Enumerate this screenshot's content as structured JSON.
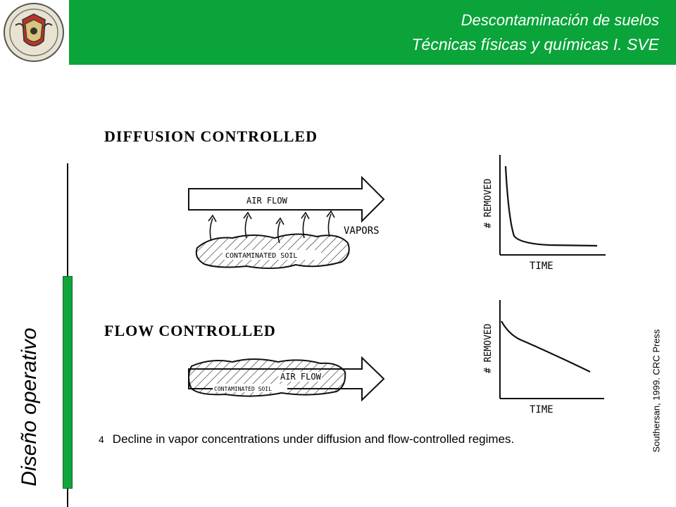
{
  "header": {
    "title_line1": "Descontaminación de suelos",
    "title_line2": "Técnicas físicas y químicas I.  SVE",
    "background_color": "#0aa43a"
  },
  "logo": {
    "icon": "university-crest-icon"
  },
  "sidebar": {
    "title": "Diseño operativo",
    "accent_color": "#10a43c"
  },
  "credit": "Southersan, 1999. CRC Press",
  "figure": {
    "panels": [
      {
        "title": "DIFFUSION  CONTROLLED",
        "arrow_label": "AIR FLOW",
        "soil_label": "CONTAMINATED SOIL",
        "vapors_label": "VAPORS",
        "graph_ylabel": "# REMOVED",
        "graph_xlabel": "TIME"
      },
      {
        "title": "FLOW  CONTROLLED",
        "arrow_label": "AIR FLOW",
        "soil_label": "CONTAMINATED SOIL",
        "graph_ylabel": "# REMOVED",
        "graph_xlabel": "TIME"
      }
    ],
    "caption_marker": "4",
    "caption": "Decline in vapor concentrations under diffusion and flow-controlled regimes."
  }
}
